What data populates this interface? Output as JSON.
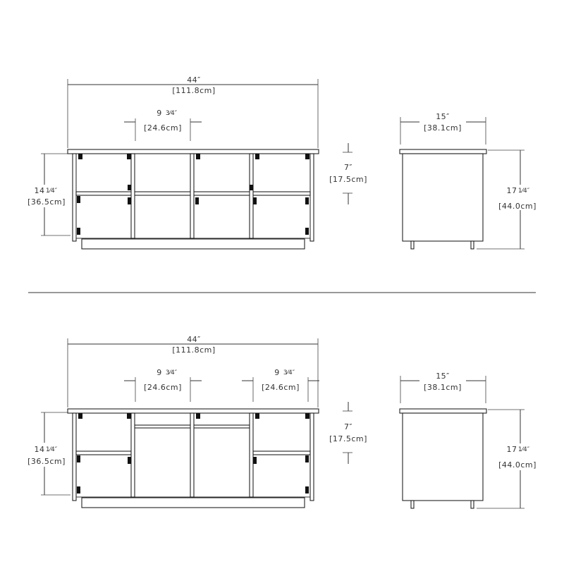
{
  "top": {
    "width_in": "44″",
    "width_cm": "[111.8cm]",
    "cubby_in": "9",
    "cubby_in_frac": "3⁄4″",
    "cubby_cm": "[24.6cm]",
    "height_in": "14",
    "height_in_frac": "1⁄4″",
    "height_cm": "[36.5cm]",
    "shelf_in": "7″",
    "shelf_cm": "[17.5cm]",
    "depth_in": "15″",
    "depth_cm": "[38.1cm]",
    "side_h_in": "17",
    "side_h_in_frac": "1⁄4″",
    "side_h_cm": "[44.0cm]"
  },
  "bottom": {
    "width_in": "44″",
    "width_cm": "[111.8cm]",
    "cubby1_in": "9",
    "cubby1_in_frac": "3⁄4″",
    "cubby1_cm": "[24.6cm]",
    "cubby2_in": "9",
    "cubby2_in_frac": "3⁄4″",
    "cubby2_cm": "[24.6cm]",
    "height_in": "14",
    "height_in_frac": "1⁄4″",
    "height_cm": "[36.5cm]",
    "shelf_in": "7″",
    "shelf_cm": "[17.5cm]",
    "depth_in": "15″",
    "depth_cm": "[38.1cm]",
    "side_h_in": "17",
    "side_h_in_frac": "1⁄4″",
    "side_h_cm": "[44.0cm]"
  },
  "colors": {
    "line": "#333333",
    "hinge": "#111111",
    "background": "#ffffff"
  }
}
